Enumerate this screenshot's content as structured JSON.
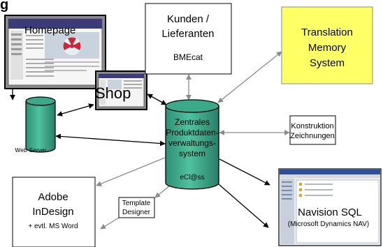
{
  "corner": {
    "text": "g"
  },
  "homepage": {
    "label": "Homepage"
  },
  "shop": {
    "label": "Shop"
  },
  "kunden": {
    "line1": "Kunden /",
    "line2": "Lieferanten",
    "sub": "BMEcat"
  },
  "translation": {
    "line1": "Translation",
    "line2": "Memory",
    "line3": "System",
    "fill": "#ffff66"
  },
  "central": {
    "line1": "Zentrales",
    "line2": "Produktdaten-",
    "line3": "verwaltungs-",
    "line4": "system",
    "sub": "eCl@ss",
    "fill": "#3ca98a"
  },
  "webserver": {
    "label": "Web-Server",
    "fill": "#3ca98a"
  },
  "konstruktion": {
    "line1": "Konstruktion",
    "line2": "Zeichnungen"
  },
  "adobe": {
    "line1": "Adobe",
    "line2": "InDesign",
    "sub": "+ evtl. MS Word"
  },
  "template": {
    "line1": "Template",
    "line2": "Designer"
  },
  "navision": {
    "title": "Navision SQL",
    "sub": "(Microsoft Dynamics NAV)"
  }
}
